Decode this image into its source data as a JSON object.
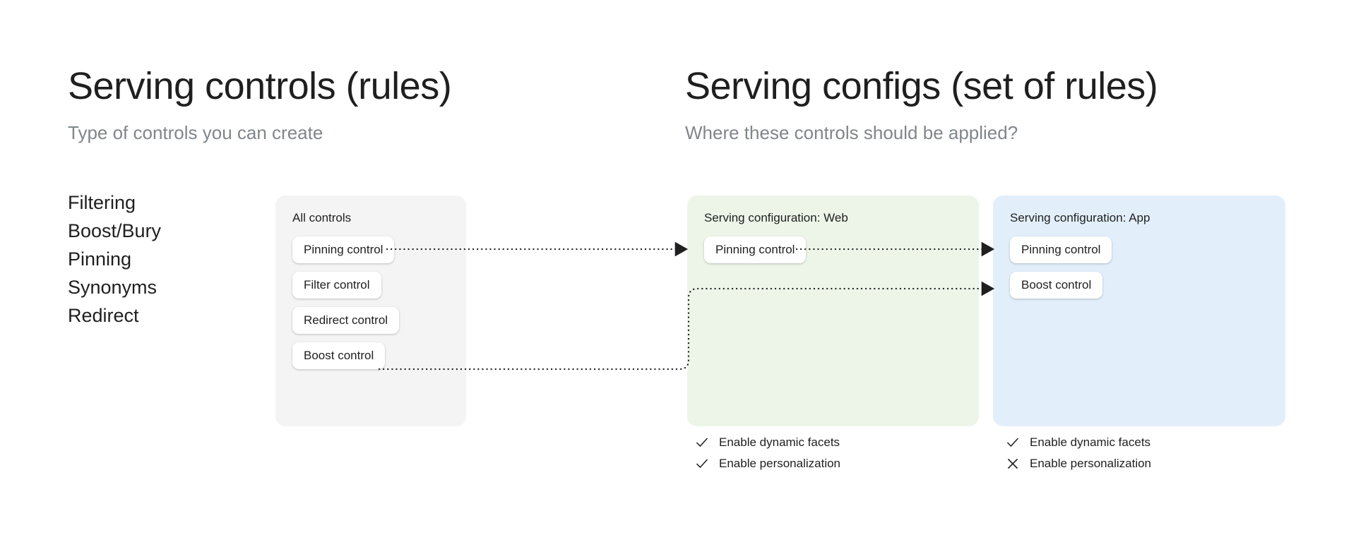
{
  "left_column": {
    "title": "Serving controls (rules)",
    "subtitle": "Type of controls you can create",
    "control_types": [
      {
        "label": "Filtering"
      },
      {
        "label": "Boost/Bury"
      },
      {
        "label": "Pinning"
      },
      {
        "label": "Synonyms"
      },
      {
        "label": "Redirect"
      }
    ],
    "all_controls_panel": {
      "title": "All controls",
      "background_color": "#f4f4f4",
      "chips": [
        {
          "label": "Pinning control"
        },
        {
          "label": "Filter control"
        },
        {
          "label": "Redirect control"
        },
        {
          "label": "Boost control"
        }
      ]
    }
  },
  "right_column": {
    "title": "Serving configs (set of rules)",
    "subtitle": "Where these controls should be applied?",
    "configs": [
      {
        "title": "Serving configuration: Web",
        "background_color": "#edf5e8",
        "chips": [
          {
            "label": "Pinning control"
          }
        ],
        "options": [
          {
            "label": "Enable dynamic facets",
            "icon": "check-icon",
            "state": "enabled"
          },
          {
            "label": "Enable personalization",
            "icon": "check-icon",
            "state": "enabled"
          }
        ]
      },
      {
        "title": "Serving configuration: App",
        "background_color": "#e2effb",
        "chips": [
          {
            "label": "Pinning control"
          },
          {
            "label": "Boost control"
          }
        ],
        "options": [
          {
            "label": "Enable dynamic facets",
            "icon": "check-icon",
            "state": "enabled"
          },
          {
            "label": "Enable personalization",
            "icon": "close-icon",
            "state": "disabled"
          }
        ]
      }
    ]
  },
  "connectors": {
    "line_color": "#1f1f1f",
    "style": "dotted",
    "edges": [
      {
        "from": "all-controls.pinning-control",
        "to": "config-web.pinning-control"
      },
      {
        "from": "config-web.pinning-control",
        "to": "config-app.pinning-control"
      },
      {
        "from": "all-controls.boost-control",
        "to": "config-app.boost-control"
      }
    ]
  }
}
